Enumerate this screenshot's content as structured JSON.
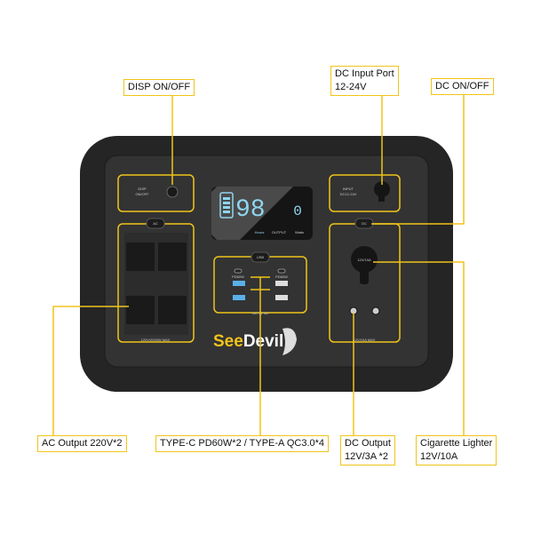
{
  "callouts": {
    "disp": "DISP ON/OFF",
    "dc_input_line1": "DC Input Port",
    "dc_input_line2": "12-24V",
    "dc_onoff": "DC ON/OFF",
    "ac_output": "AC Output 220V*2",
    "usb": "TYPE-C PD60W*2 / TYPE-A  QC3.0*4",
    "dc_output_line1": "DC Output",
    "dc_output_line2": "12V/3A *2",
    "cig_line1": "Cigarette Lighter",
    "cig_line2": "12V/10A"
  },
  "device": {
    "brand": "SeeDevil",
    "disp_label_1": "DISP",
    "disp_label_2": "ON/OFF",
    "input_label_1": "INPUT",
    "input_label_2": "DC12-24V",
    "ac_tag": "AC",
    "ac_rating": "120V/2000W MAX",
    "usb_tag": "USB",
    "usb_rating": "DC 5V 3A",
    "pd_label": "PD60W",
    "dc_tag": "DC",
    "dc_rating": "12V/10A MAX",
    "cig_label": "12V/10A",
    "screen_percent": "98",
    "screen_output": "0",
    "screen_hours": "Hours",
    "screen_output_label": "OUTPUT",
    "screen_watts": "Watts"
  },
  "colors": {
    "accent": "#f0c419",
    "body": "#2b2b2b",
    "screen": "#8fd6f0"
  }
}
